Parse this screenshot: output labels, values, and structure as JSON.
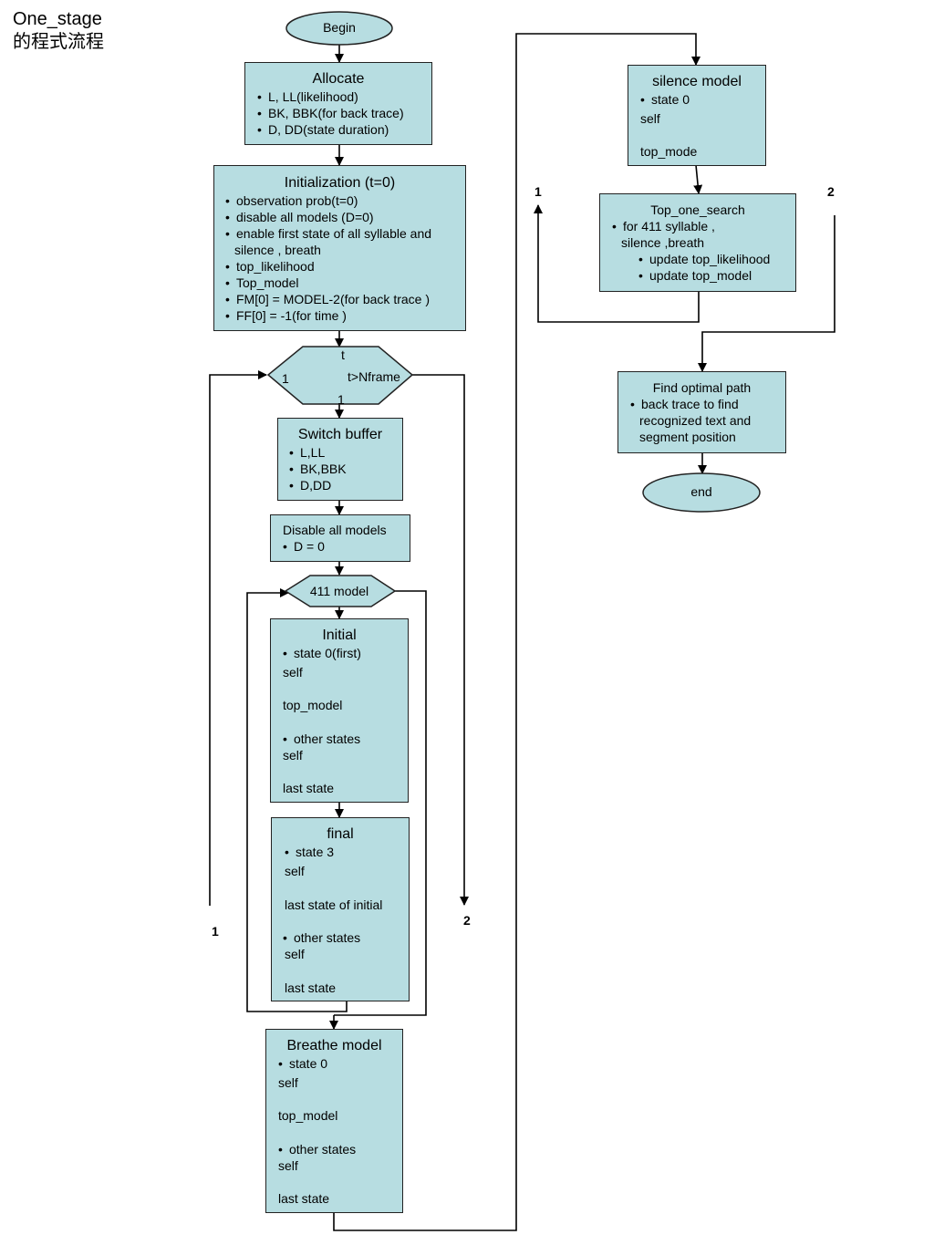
{
  "title": {
    "line1": "One_stage",
    "line2": "的程式流程"
  },
  "begin": "Begin",
  "end": "end",
  "allocate": {
    "title": "Allocate",
    "items": [
      "L, LL(likelihood)",
      "BK, BBK(for back trace)",
      "D, DD(state duration)"
    ]
  },
  "init": {
    "title": "Initialization (t=0)",
    "items": [
      "observation prob(t=0)",
      "disable all models (D=0)",
      "enable first state of all syllable and",
      "silence , breath",
      "top_likelihood",
      "Top_model",
      "FM[0] = MODEL-2(for back trace )",
      "FF[0] = -1(for time )"
    ]
  },
  "loop_t": {
    "t": "t",
    "cond": "t>Nframe",
    "one_left": "1",
    "one_bottom": "1"
  },
  "switch": {
    "title": "Switch buffer",
    "items": [
      "L,LL",
      "BK,BBK",
      "D,DD"
    ]
  },
  "disable": {
    "title": "Disable all models",
    "items": [
      "D = 0"
    ]
  },
  "loop_model": "411 model",
  "initial": {
    "title": "Initial",
    "state0": "state 0(first)",
    "self1": "self",
    "top_model": "top_model",
    "other": "other states",
    "self2": "self",
    "last": "last state"
  },
  "final": {
    "title": "final",
    "state3": "state 3",
    "self1": "self",
    "last_init": "last state of initial",
    "other": "other states",
    "self2": "self",
    "last": "last state"
  },
  "breathe": {
    "title": "Breathe model",
    "state0": "state 0",
    "self1": "self",
    "top_model": "top_model",
    "other": "other states",
    "self2": "self",
    "last": "last state"
  },
  "silence": {
    "title": "silence model",
    "state0": "state 0",
    "self": "self",
    "top_mode": "top_mode"
  },
  "topone": {
    "title": "Top_one_search",
    "items": [
      "for 411 syllable ,",
      "silence ,breath",
      "update top_likelihood",
      "update top_model"
    ]
  },
  "findpath": {
    "title": "Find optimal path",
    "items": [
      "back trace to find",
      "recognized text and",
      "segment position"
    ]
  },
  "connectors": {
    "left1": "1",
    "bottom2": "2",
    "right1": "1",
    "right2": "2"
  }
}
